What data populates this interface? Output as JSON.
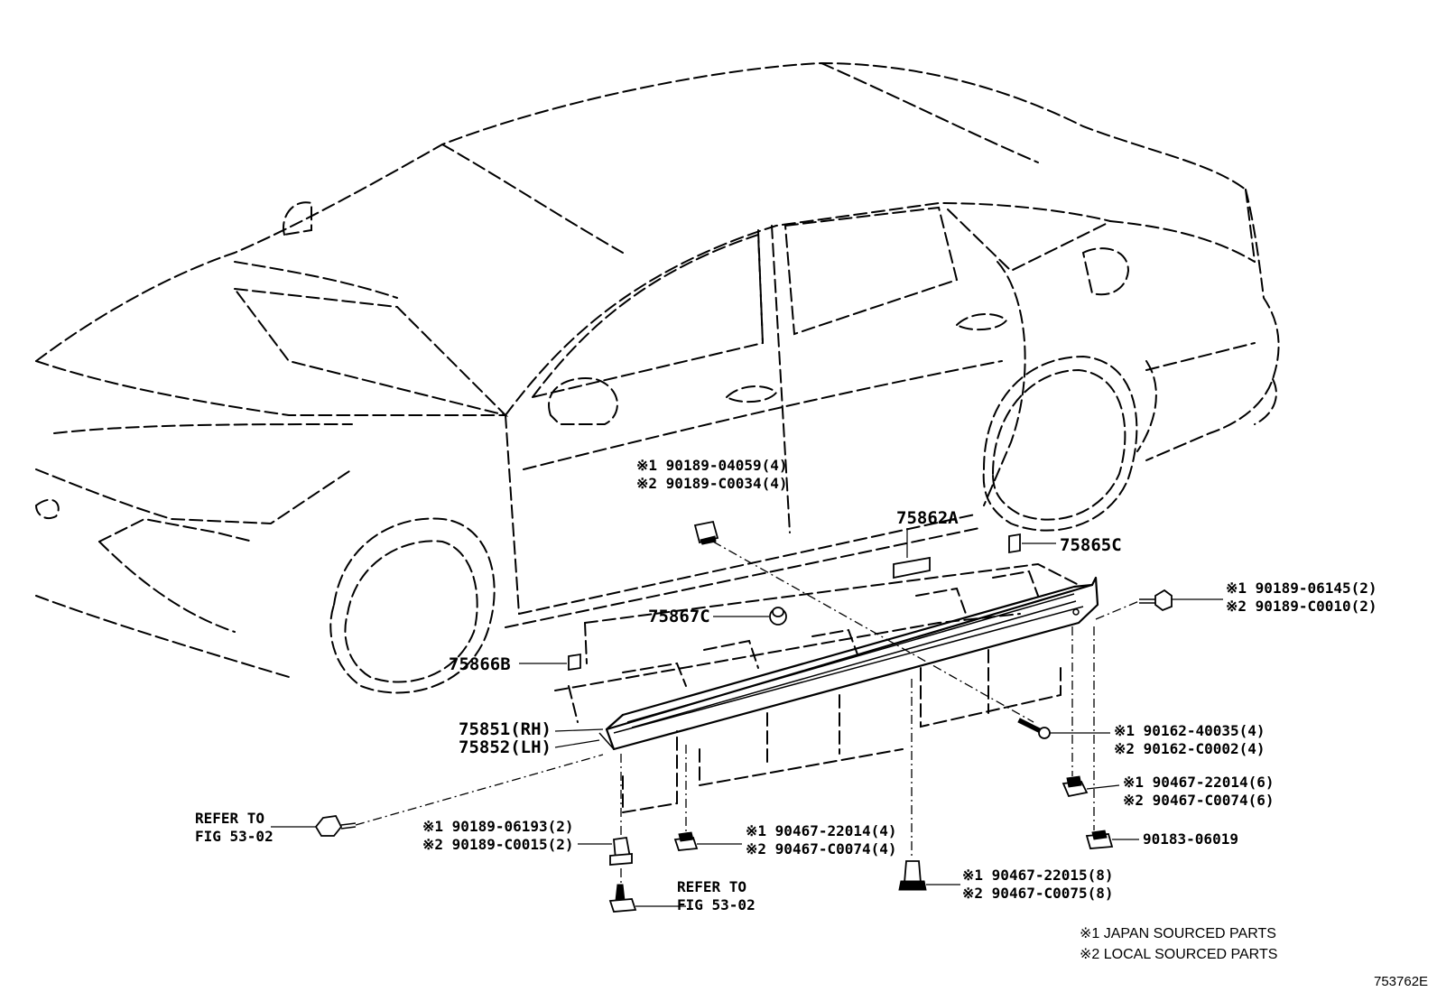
{
  "labels": {
    "p75862A": "75862A",
    "p75865C": "75865C",
    "p75867C": "75867C",
    "p75866B": "75866B",
    "p75851": "75851(RH)",
    "p75852": "75852(LH)",
    "clip_top_1": "※1 90189-04059(4)",
    "clip_top_2": "※2 90189-C0034(4)",
    "clip_right_1": "※1 90189-06145(2)",
    "clip_right_2": "※2 90189-C0010(2)",
    "screw_1": "※1 90162-40035(4)",
    "screw_2": "※2 90162-C0002(4)",
    "nut_right_1": "※1 90467-22014(6)",
    "nut_right_2": "※2 90467-C0074(6)",
    "nut_90183": "90183-06019",
    "grommet_1": "※1 90467-22015(8)",
    "grommet_2": "※2 90467-C0075(8)",
    "nut_mid_1": "※1 90467-22014(4)",
    "nut_mid_2": "※2 90467-C0074(4)",
    "clip_left_1": "※1 90189-06193(2)",
    "clip_left_2": "※2 90189-C0015(2)",
    "refer_left_1": "REFER TO",
    "refer_left_2": "FIG 53-02",
    "refer_bottom_1": "REFER TO",
    "refer_bottom_2": "FIG 53-02"
  },
  "legend": {
    "note1": "※1 JAPAN SOURCED PARTS",
    "note2": "※2 LOCAL SOURCED PARTS"
  },
  "drawing_code": "753762E"
}
